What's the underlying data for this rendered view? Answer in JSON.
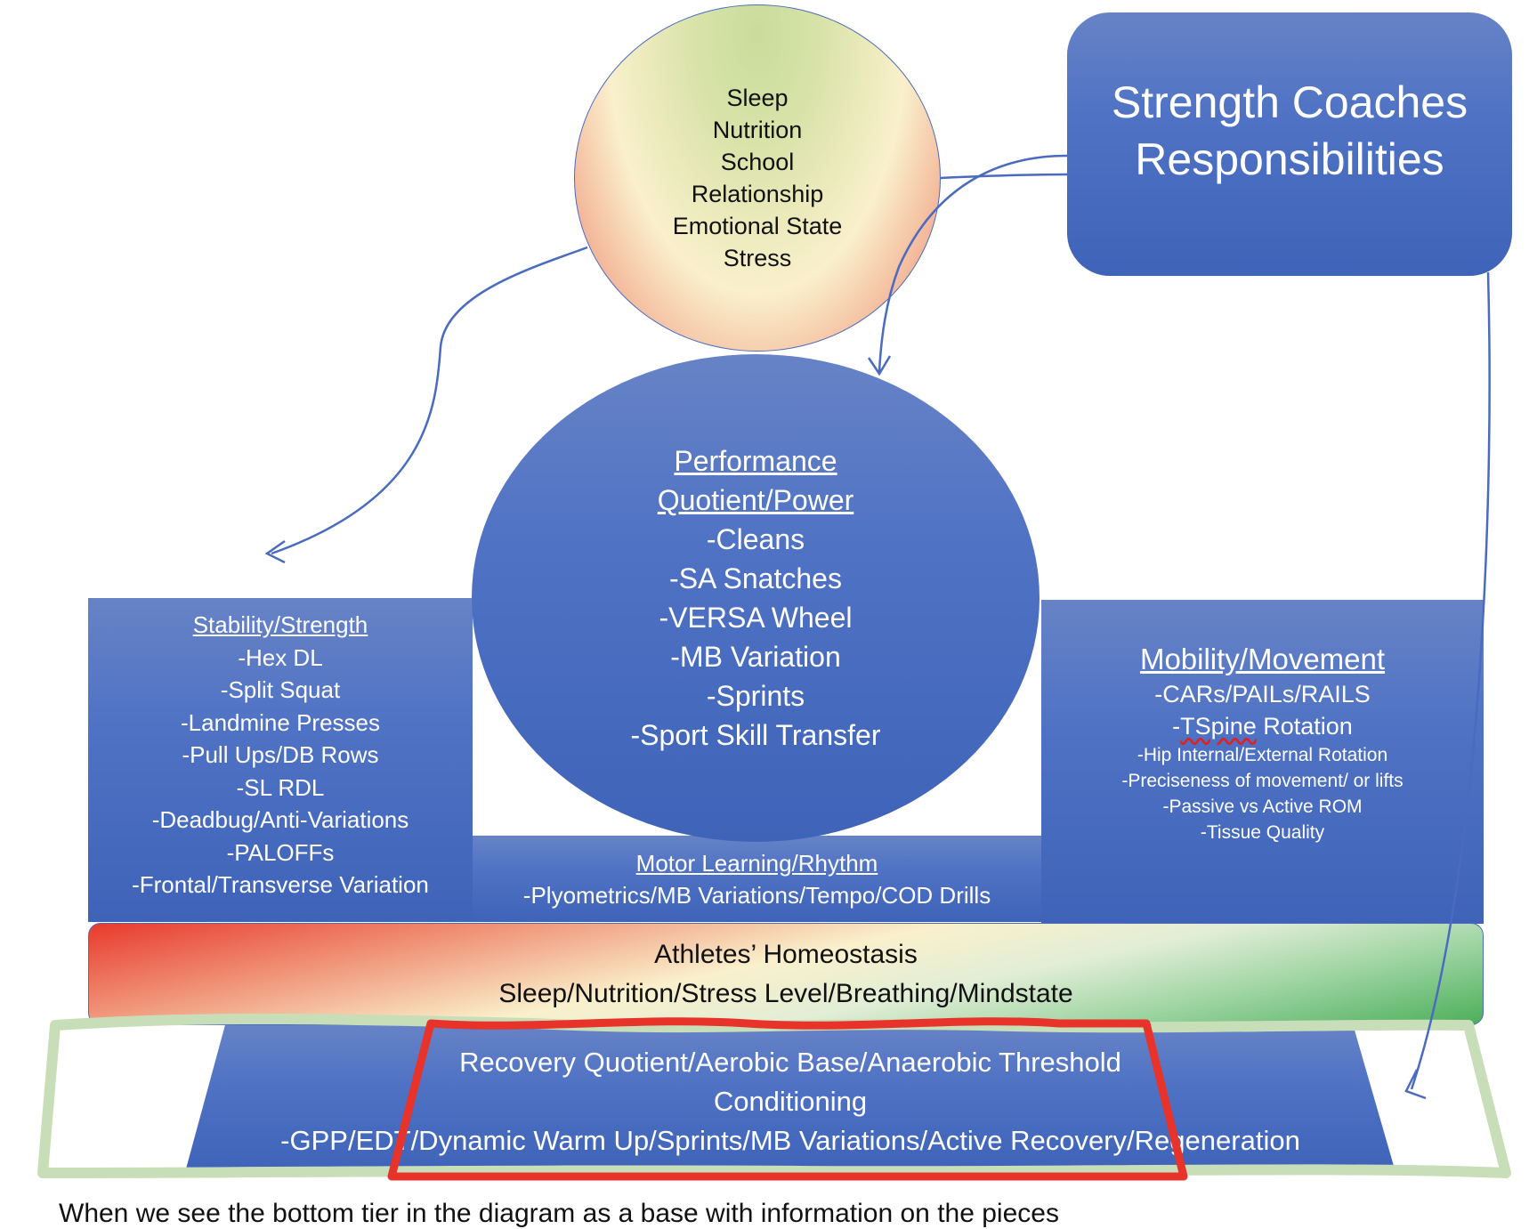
{
  "stress_circle": {
    "lines": [
      "Sleep",
      "Nutrition",
      "School",
      "Relationship",
      "Emotional State",
      "Stress"
    ]
  },
  "coach_box": {
    "lines": [
      "Strength Coaches",
      "Responsibilities"
    ]
  },
  "performance_circle": {
    "heading": [
      "Performance",
      "Quotient/Power"
    ],
    "items": [
      "-Cleans",
      "-SA Snatches",
      "-VERSA Wheel",
      "-MB Variation",
      "-Sprints",
      "-Sport Skill Transfer"
    ]
  },
  "stability_box": {
    "heading": "Stability/Strength",
    "items": [
      "-Hex DL",
      "-Split Squat",
      "-Landmine Presses",
      "-Pull Ups/DB Rows",
      "-SL RDL",
      "-Deadbug/Anti-Variations",
      "-PALOFFs",
      "-Frontal/Transverse Variation"
    ]
  },
  "mobility_box": {
    "heading": "Mobility/Movement",
    "items_large": [
      "-CARs/PAILs/RAILS"
    ],
    "tspine_prefix": "-",
    "tspine_word": "TSpine",
    "tspine_suffix": " Rotation",
    "items_small": [
      "-Hip Internal/External Rotation",
      "-Preciseness of movement/ or lifts",
      "-Passive vs Active ROM",
      "-Tissue Quality"
    ]
  },
  "motor_box": {
    "heading": "Motor Learning/Rhythm",
    "items": [
      "-Plyometrics/MB Variations/Tempo/COD Drills"
    ]
  },
  "homeostasis_bar": {
    "lines": [
      "Athletes’ Homeostasis",
      "Sleep/Nutrition/Stress Level/Breathing/Mindstate"
    ]
  },
  "conditioning": {
    "lines": [
      "Recovery Quotient/Aerobic Base/Anaerobic Threshold",
      "Conditioning",
      "-GPP/EDT/Dynamic Warm Up/Sprints/MB Variations/Active Recovery/Regeneration"
    ]
  },
  "annotations": {
    "highlight_color": "#e8332a",
    "green_outline_color": "#c8deb8",
    "arrow_color": "#4a6bbf"
  },
  "bottom_text": "When we see the bottom tier in the diagram as a base with information on the pieces"
}
